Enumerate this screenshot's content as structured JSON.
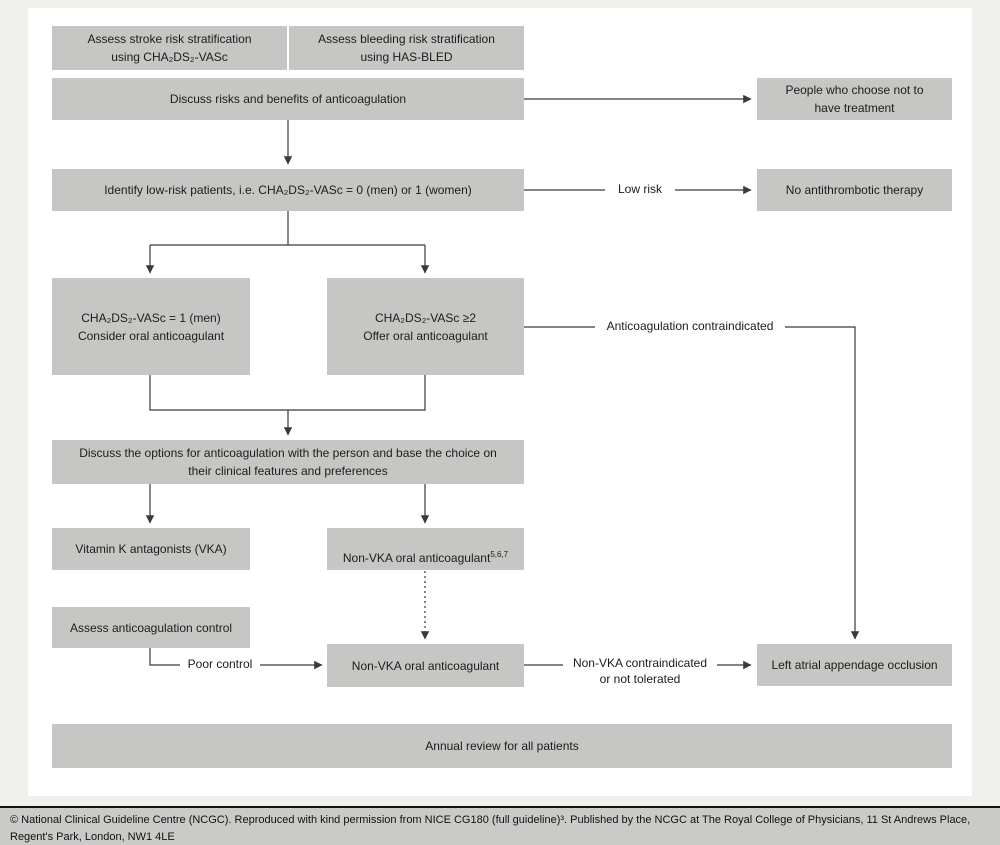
{
  "colors": {
    "page_bg": "#f0f0ed",
    "panel_bg": "#ffffff",
    "box_bg": "#c6c7c4",
    "arrow_line": "#3a3a3a",
    "text": "#1c1c1c",
    "footer_bg": "#cacbc8"
  },
  "boxes": {
    "assess_stroke": "Assess stroke risk stratification\nusing CHA₂DS₂-VASc",
    "assess_bleeding": "Assess bleeding risk stratification\nusing HAS-BLED",
    "discuss_risks": "Discuss risks and benefits of anticoagulation",
    "people_choose": "People who choose not to\nhave treatment",
    "identify_low_risk": "Identify low-risk patients, i.e. CHA₂DS₂-VASc = 0 (men) or 1 (women)",
    "no_antithrombotic": "No antithrombotic therapy",
    "cha_1_men": "CHA₂DS₂-VASc = 1 (men)\nConsider oral anticoagulant",
    "cha_ge2": "CHA₂DS₂-VASc ≥2\nOffer oral anticoagulant",
    "discuss_options": "Discuss the options for anticoagulation with the person and base the choice on\ntheir clinical features and preferences",
    "vka": "Vitamin K antagonists (VKA)",
    "non_vka_options": "Non-VKA oral anticoagulant",
    "non_vka_options_sup": "5,6,7",
    "assess_control": "Assess anticoagulation control",
    "non_vka": "Non-VKA oral anticoagulant",
    "laa_occlusion": "Left atrial appendage occlusion",
    "annual_review": "Annual review for all patients"
  },
  "edge_labels": {
    "low_risk": "Low risk",
    "anticoagulation_contraindicated": "Anticoagulation contraindicated",
    "poor_control": "Poor control",
    "non_vka_contraindicated": "Non-VKA contraindicated\nor not tolerated"
  },
  "footer": {
    "text": "© National Clinical Guideline Centre (NCGC). Reproduced with kind permission from NICE CG180 (full guideline)³. Published by the NCGC at The Royal College of Physicians, 11 St Andrews Place,\nRegent's Park, London, NW1 4LE"
  }
}
